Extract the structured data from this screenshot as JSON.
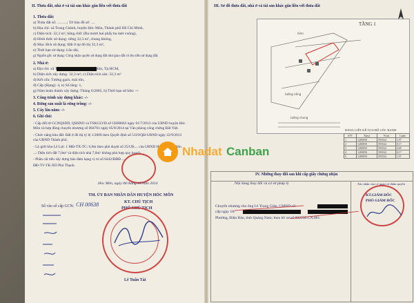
{
  "left": {
    "section2_title": "II. Thửa đất, nhà ở và tài sản khác gắn liền với thửa đất",
    "land_title": "1. Thửa đất:",
    "land_lines": [
      "a) Thửa đất số: ..........; Tờ bản đồ số: ....",
      "b) Địa chỉ:     xã Trung Chánh, huyện Hóc Môn, Thành phố Hồ Chí Minh,",
      "c) Diện tích:    32,3   m²,      bằng chữ: (Ba mươi hai phẩy ba mét vuông),",
      "d) Hình thức sử dụng: riêng   32,3 m²,    chung   không,",
      "đ) Mục đích sử dụng:   Đất ở tại đô thị 32,3 m²,",
      "e) Thời hạn sử dụng:         Lâu dài,",
      "g) Nguồn gốc sử dụng:   Công nhận quyền sử dụng đất như giao đất có thu tiền sử dụng đất."
    ],
    "house_title": "2. Nhà ở:",
    "house_lines": [
      "a) Địa chỉ:                    xã Trung Chánh, huyện Hóc Môn, Tp.HCM,",
      "b) Diện tích xây dựng:   32,3 m²;            c) Diện tích sàn:    32,3 m²",
      "d) Kết cấu:     Tường gạch, mái tôn,",
      "đ) Cấp (Hạng):   4,                      e) Số tầng:          1,",
      "g) Năm hoàn thành xây dựng:  Tháng 6/2005,    h) Thời hạn sở hữu:   -/-"
    ],
    "item3": "3. Công trình xây dựng khác: -/-",
    "item4": "4. Rừng sản xuất là rừng trồng: -/-",
    "item5": "5. Cây lâu năm: -/-",
    "item6": "6. Ghi chú:",
    "note_lines": [
      "- Cấp đổi từ GCNQSDD, QSHNO và TSKGLVĐ số CH00663 ngày 01/7/2013 của UBND huyện Hóc",
      "Môn và hợp đồng chuyển nhượng số 004761 ngày 05/9/2014 tại Văn phòng công chứng Đất Việt.",
      "- Chức năng khu đất: Đất ở đô thị tỷ lệ 1/2000 theo Quyết định số 5119/QĐ-UBND ngày 22/9/2013",
      "của UBND Thành phố,",
      "- Lộ giới khu Lê Lợi: 1 MĐ-TX-TC: 6,0m theo phê duyệt số 25/UB.... của UBND Huyện Hóc Môn",
      "...: Diện tích đất 7,0m² và diện tích nhà 7,0m² không phù hợp quy hoạch ...",
      "- Phần cải tiến xây dựng bảo đảm hạng vị trí số 6442/ĐĐĐ ...",
      "ĐĐ-TV-TK-XD Phú Thạnh."
    ],
    "date_line": "Hóc Môn,  ngày  08  tháng  10  năm  2014",
    "sign_org": "TM. ỦY BAN NHÂN DÂN HUYỆN HÓC MÔN",
    "sign_kt": "KT. CHỦ TỊCH",
    "sign_role": "PHÓ CHỦ TỊCH",
    "signer": "Lê Tuấn Tài",
    "reg_no_label": "Số vào sổ cấp GCN:",
    "reg_no_value": "CH 00638"
  },
  "right": {
    "section3_title": "III. Sơ đồ thửa đất, nhà ở và tài sản khác gắn liền với thửa đất",
    "floor_label": "TẦNG 1",
    "coord_title": "BẢNG LIỆT KÊ TỌA ĐỘ GÓC RANH",
    "coord_headers": [
      "STT",
      "X(m)",
      "Y(m)",
      "Cạnh"
    ],
    "coord_rows": [
      [
        "1",
        "1200050",
        "593522",
        "1,97"
      ],
      [
        "2",
        "1200050",
        "593522",
        "8,17"
      ],
      [
        "3",
        "1200050",
        "593522",
        "4,00"
      ],
      [
        "4",
        "1200050",
        "593522",
        "8,17"
      ],
      [
        "5",
        "1200050",
        "593522",
        "1,97"
      ]
    ],
    "section4_title": "IV. Những thay đổi sau khi cấp giấy chứng nhận",
    "sec4_col1": "Nội dung thay đổi và cơ sở pháp lý",
    "sec4_col2": "Xác nhận của cơ quan có thẩm quyền",
    "sec4_lines": [
      "Chuyển nhượng cho ông Lê Trọng Giản, CMND số:",
      "cấp ngày 18/",
      "Phường, Điện Bàn, tỉnh Quảng Nam; theo hồ sơ số 002338.CN.001."
    ],
    "sec4_stamp_kt": "KT.GIÁM ĐỐC",
    "sec4_stamp_role": "PHÓ GIÁM ĐỐC"
  },
  "watermark": {
    "part1": "Nhadat",
    "part2": "Canban"
  }
}
